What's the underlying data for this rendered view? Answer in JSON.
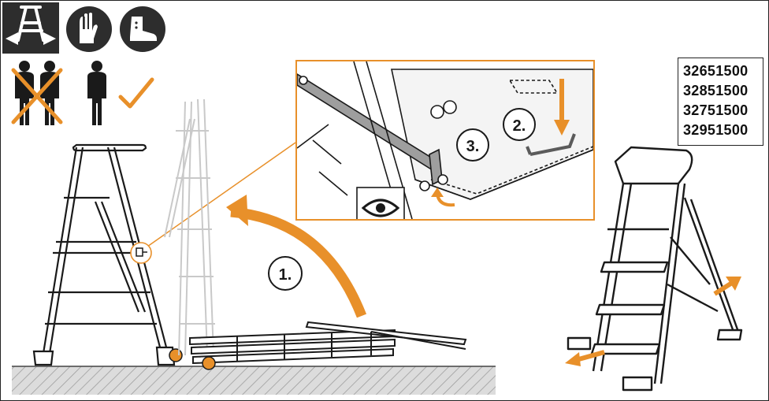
{
  "icons": {
    "top": [
      "ladder-stability-icon",
      "gloves-icon",
      "safety-boots-icon"
    ],
    "people": [
      "two-persons-crossed-icon",
      "one-person-icon",
      "checkmark-icon"
    ],
    "detail": "eye-icon"
  },
  "product_codes": [
    "32651500",
    "32851500",
    "32751500",
    "32951500"
  ],
  "steps": {
    "one": "1.",
    "two": "2.",
    "three": "3."
  },
  "colors": {
    "accent": "#e8902a",
    "dark_tile": "#2d2d2d",
    "line": "#1a1a1a",
    "ground": "#c8c8c8"
  }
}
